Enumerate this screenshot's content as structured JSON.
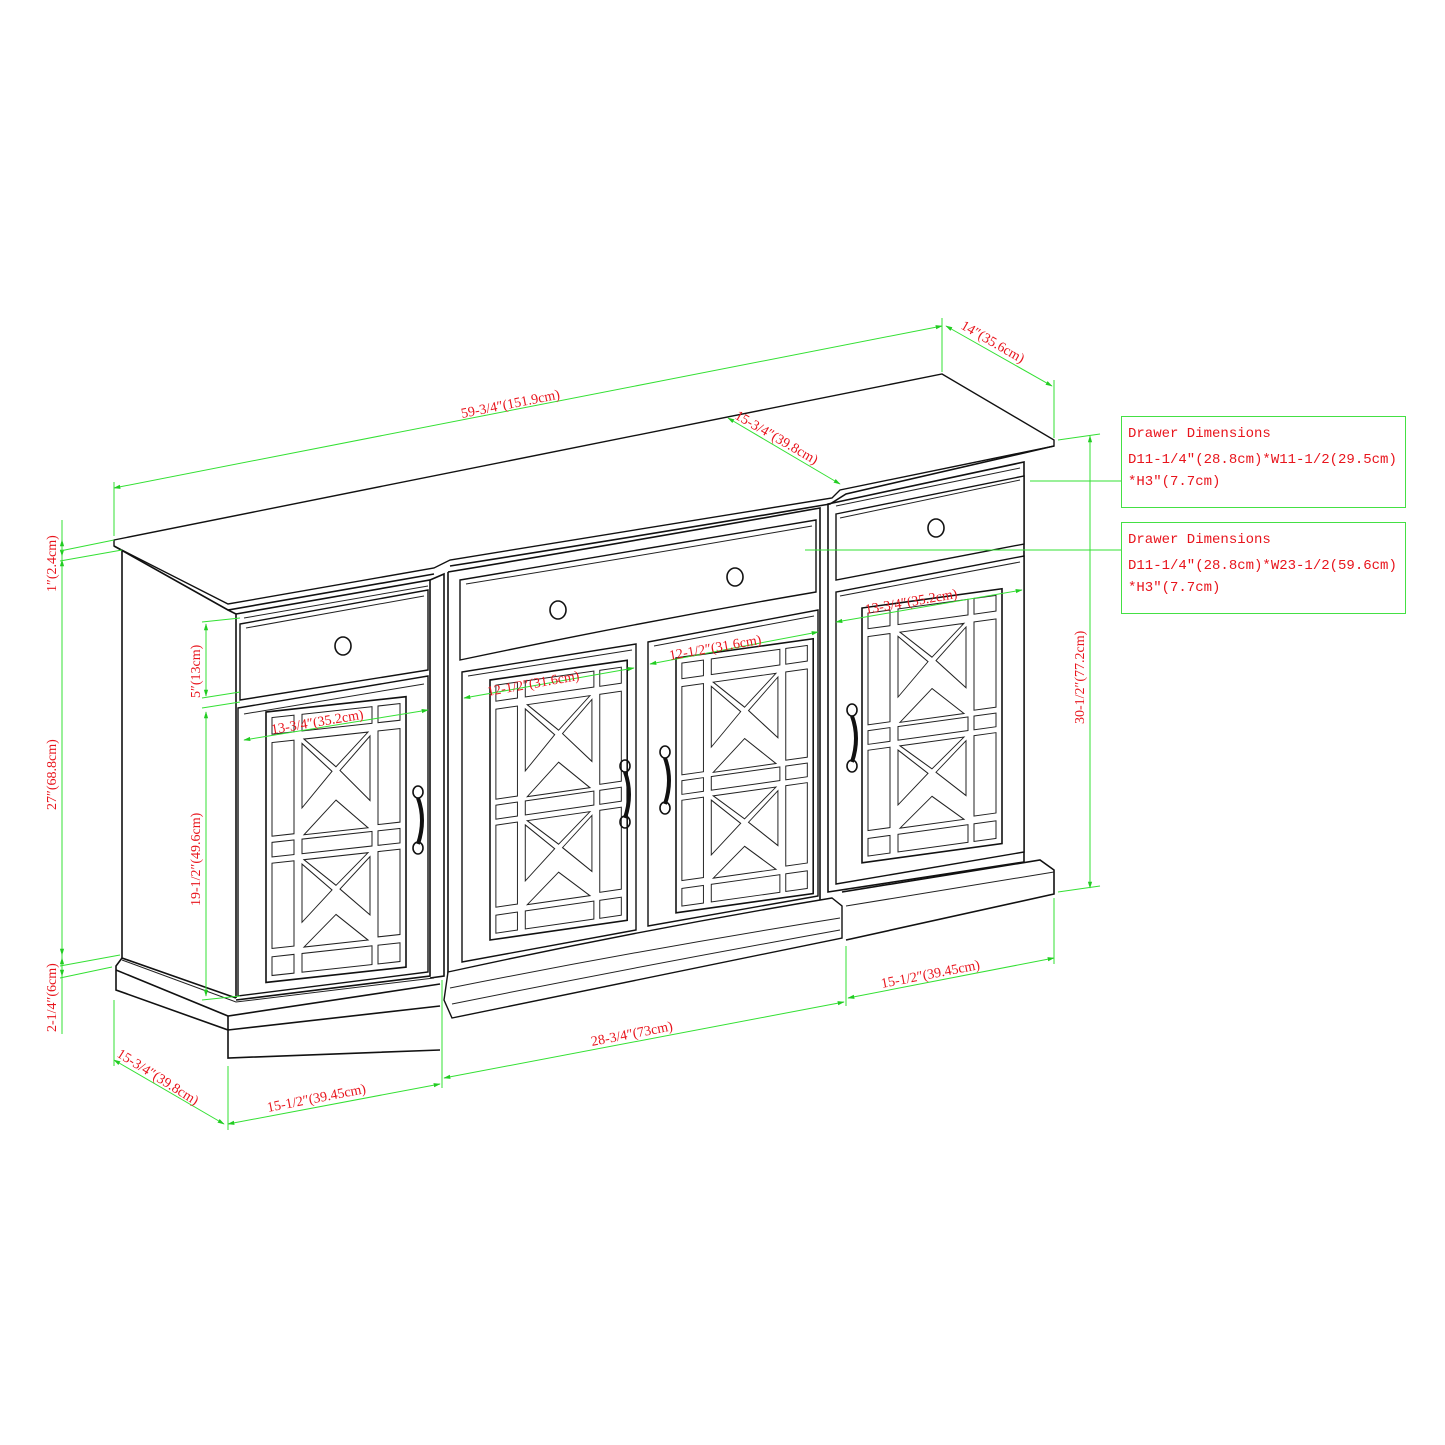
{
  "diagram": {
    "subject": "Sideboard / TV console with three drawers and four lattice glass doors",
    "colors": {
      "outline": "#111111",
      "dimension_line": "#33e033",
      "dimension_text": "#e8141c",
      "callout_border": "#44e044"
    }
  },
  "dimensions": {
    "overall_width": "59-3/4″(151.9cm)",
    "top_depth": "14″(35.6cm)",
    "center_depth": "15-3/4″(39.8cm)",
    "base_depth_left": "15-3/4″(39.8cm)",
    "overall_height": "30-1/2″(77.2cm)",
    "top_thickness": "1″(2.4cm)",
    "body_height": "27″(68.8cm)",
    "base_height": "2-1/4″(6cm)",
    "drawer_height": "5″(13cm)",
    "door_height": "19-1/2″(49.6cm)",
    "left_door_width": "13-3/4″(35.2cm)",
    "center_left_door_width": "12-1/2″(31.6cm)",
    "center_right_door_width": "12-1/2″(31.6cm)",
    "right_door_width": "13-3/4″(35.2cm)",
    "left_section_width": "15-1/2″(39.45cm)",
    "center_section_width": "28-3/4″(73cm)",
    "right_section_width": "15-1/2″(39.45cm)"
  },
  "callouts": [
    {
      "title": "Drawer Dimensions",
      "line1": "D11-1/4″(28.8cm)*W11-1/2(29.5cm)",
      "line2": "*H3″(7.7cm)"
    },
    {
      "title": "Drawer Dimensions",
      "line1": "D11-1/4″(28.8cm)*W23-1/2(59.6cm)",
      "line2": "*H3″(7.7cm)"
    }
  ]
}
